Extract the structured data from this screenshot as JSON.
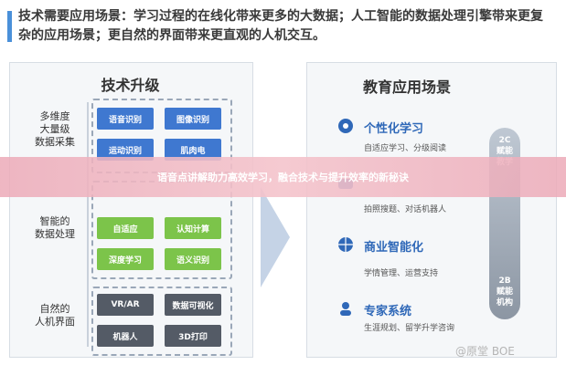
{
  "header": {
    "text": "技术需要应用场景：学习过程的在线化带来更多的大数据；人工智能的数据处理引擎带来更复杂的应用场景；更自然的界面带来更直观的人机交互。"
  },
  "left_panel": {
    "title": "技术升级",
    "groups": [
      {
        "category": "多维度\n大量级\n数据采集",
        "chips": [
          "语音识别",
          "图像识别",
          "运动识别",
          "肌肉电"
        ]
      },
      {
        "category": "智能的\n数据处理",
        "chips": [
          "自适应",
          "认知计算",
          "深度学习",
          "语义识别"
        ]
      },
      {
        "category": "自然的\n人机界面",
        "chips": [
          "VR/AR",
          "数据可视化",
          "机器人",
          "3D打印"
        ]
      }
    ]
  },
  "right_panel": {
    "title": "教育应用场景",
    "scenarios": [
      {
        "title": "个性化学习",
        "sub": "自适应学习、分级阅读",
        "icon": "brain-icon"
      },
      {
        "title": "教学",
        "sub": "拍照搜题、对话机器人",
        "icon": "chat-icon"
      },
      {
        "title": "商业智能化",
        "sub": "学情管理、运营支持",
        "icon": "globe-icon"
      },
      {
        "title": "专家系统",
        "sub": "生涯规划、留学升学咨询",
        "icon": "expert-icon"
      }
    ],
    "gauge": {
      "top": "2C\n赋能\n教学",
      "bottom": "2B\n赋能\n机构"
    }
  },
  "banner": {
    "text": "语音点讲解助力高效学习，融合技术与提升效率的新秘诀"
  },
  "watermark": {
    "text": "@原堂 BOE"
  },
  "colors": {
    "blue": "#3f78d0",
    "green": "#7cc44a",
    "gray": "#545b66",
    "accent": "#2f68b8",
    "band": "#f0b5c0"
  }
}
